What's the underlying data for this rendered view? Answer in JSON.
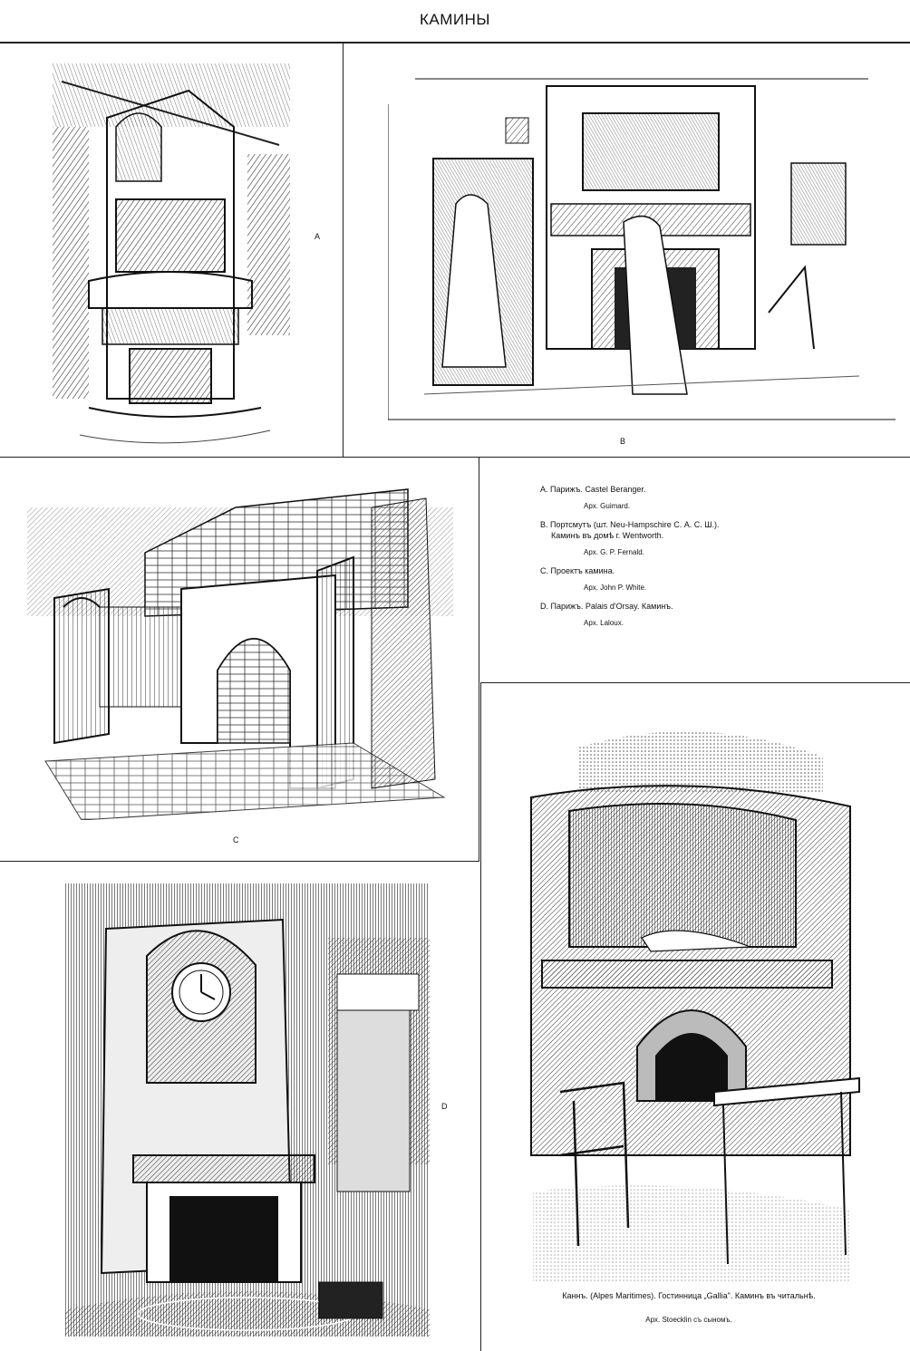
{
  "page": {
    "title": "КАМИНЫ"
  },
  "plates": {
    "a": {
      "letter": "A"
    },
    "b": {
      "letter": "B"
    },
    "c": {
      "letter": "C"
    },
    "d": {
      "letter": "D"
    }
  },
  "captions": {
    "a_place": "A. Парижъ. Castel Beranger.",
    "a_arch": "Арх. Guimard.",
    "b_place_1": "B. Портсмутъ (шт. Neu-Hampschire С. А. С. Ш.).",
    "b_place_2": "Каминъ въ домѣ г. Wentworth.",
    "b_arch": "Арх. G. P. Fernald.",
    "c_place": "C. Проектъ камина.",
    "c_arch": "Арх. John P. White.",
    "d_place": "D. Парижъ. Palais d'Orsay. Каминъ.",
    "d_arch": "Арх. Laloux."
  },
  "bottom_caption": {
    "place": "Каннъ. (Alpes Maritimes). Гостинница „Gallia\". Каминъ въ читальнѣ.",
    "arch": "Арх. Stoecklin съ сыномъ."
  }
}
